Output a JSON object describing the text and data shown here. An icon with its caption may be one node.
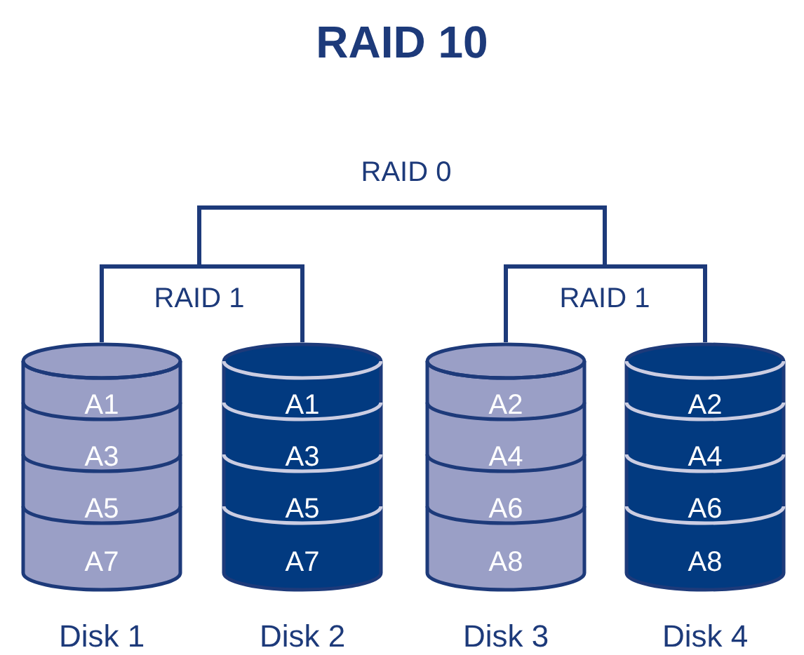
{
  "diagram": {
    "title": "RAID 10",
    "nodes": [
      {
        "text": [
          "RAID 0"
        ]
      },
      {
        "text": [
          "RAID 1"
        ]
      },
      {
        "text": [
          "RAID 1"
        ]
      },
      {
        "text": [
          "A1",
          "A3",
          "A5",
          "A7"
        ],
        "beside": [
          "Disk 1"
        ]
      },
      {
        "text": [
          "A1",
          "A3",
          "A5",
          "A7"
        ],
        "beside": [
          "Disk 2"
        ]
      },
      {
        "text": [
          "A2",
          "A4",
          "A6",
          "A8"
        ],
        "beside": [
          "Disk 3"
        ]
      },
      {
        "text": [
          "A2",
          "A4",
          "A6",
          "A8"
        ],
        "beside": [
          "Disk 4"
        ]
      }
    ],
    "edges": [
      {
        "from": 0,
        "to": 1,
        "arrow": "none"
      },
      {
        "from": 0,
        "to": 2,
        "arrow": "none"
      },
      {
        "from": 1,
        "to": 3,
        "arrow": "none"
      },
      {
        "from": 1,
        "to": 4,
        "arrow": "none"
      },
      {
        "from": 2,
        "to": 5,
        "arrow": "none"
      },
      {
        "from": 2,
        "to": 6,
        "arrow": "none"
      }
    ]
  }
}
